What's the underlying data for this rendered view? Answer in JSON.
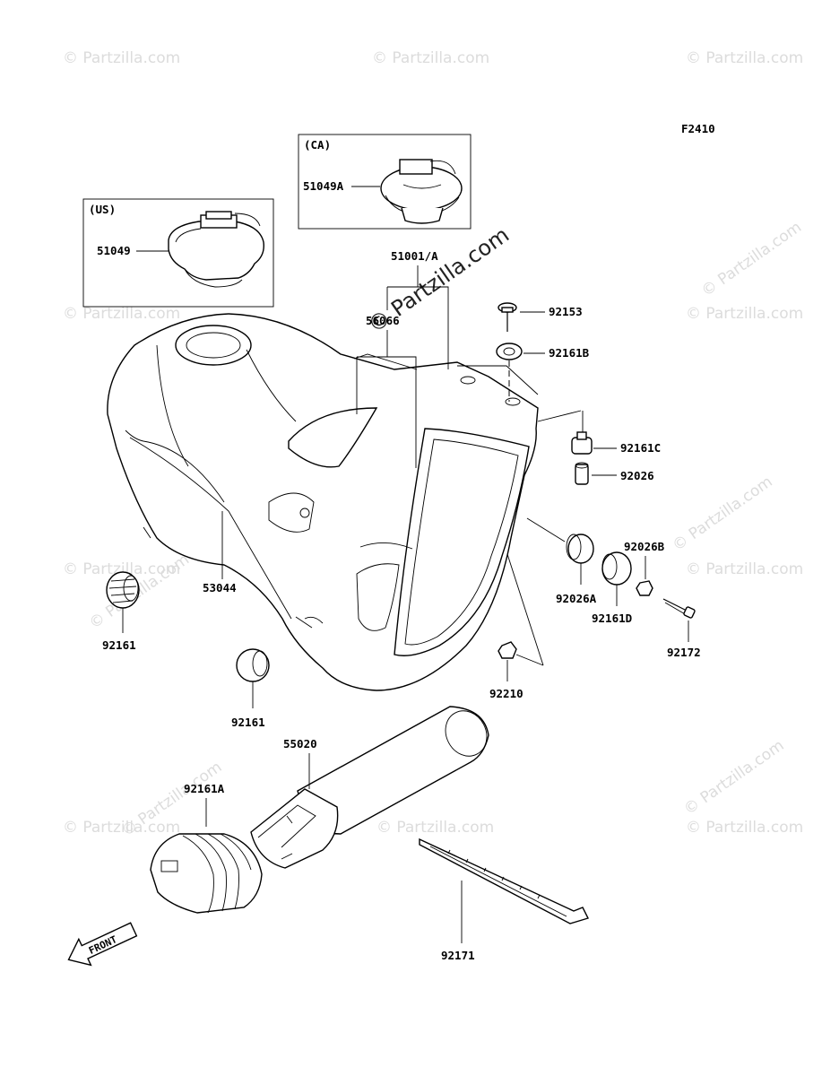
{
  "figure_code": "F2410",
  "watermark_text": "© Partzilla.com",
  "center_watermark": "© Partzilla.com",
  "boxes": {
    "us": {
      "tag": "(US)",
      "part": "51049"
    },
    "ca": {
      "tag": "(CA)",
      "part": "51049A"
    }
  },
  "labels": {
    "tank": "51001/A",
    "decal_pad": "56066",
    "bolt_top": "92153",
    "damper_top": "92161B",
    "damper_c": "92161C",
    "collar_92026": "92026",
    "collar_a": "92026A",
    "nut_b": "92026B",
    "damper_d": "92161D",
    "bolt_side": "92172",
    "nut_92210": "92210",
    "hose_53044": "53044",
    "damper_left": "92161",
    "damper_lower": "92161",
    "cover_55020": "55020",
    "damper_a": "92161A",
    "band": "92171",
    "front": "FRONT"
  }
}
